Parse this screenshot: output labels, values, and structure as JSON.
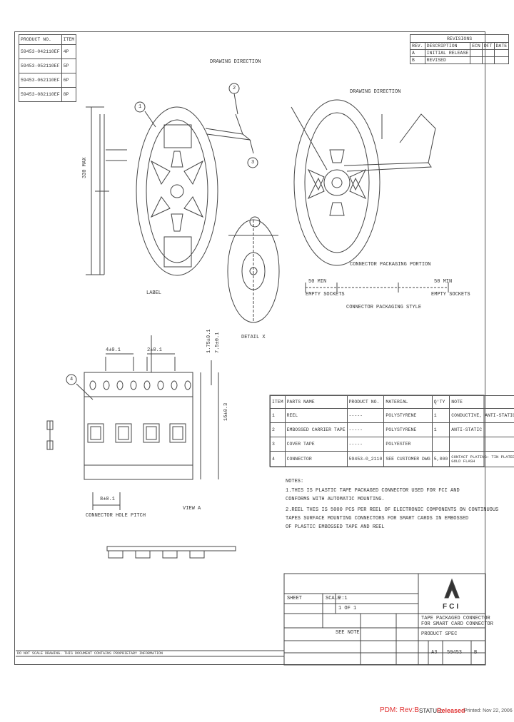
{
  "product_table": {
    "header": [
      "PRODUCT NO.",
      "ITEM"
    ],
    "rows": [
      [
        "59453-042110EF",
        "4P"
      ],
      [
        "59453-052110EF",
        "5P"
      ],
      [
        "59453-062110EF",
        "6P"
      ],
      [
        "59453-082110EF",
        "8P"
      ]
    ]
  },
  "revisions": {
    "title": "REVISIONS",
    "header": [
      "REV.",
      "DESCRIPTION",
      "ECN",
      "DFT",
      "DATE"
    ],
    "rows": [
      [
        "A",
        "INITIAL RELEASE",
        "",
        "",
        ""
      ],
      [
        "B",
        "REVISED",
        "",
        "",
        ""
      ]
    ]
  },
  "labels": {
    "drawing_direction_1": "DRAWING DIRECTION",
    "drawing_direction_2": "DRAWING DIRECTION",
    "label": "LABEL",
    "detail_x": "DETAIL X",
    "connector_packaging_style": "CONNECTOR PACKAGING STYLE",
    "connector_packaging_portion": "CONNECTOR PACKAGING PORTION",
    "fifty_min_1": "50 MIN",
    "fifty_min_2": "50 MIN",
    "empty_left": "EMPTY SOCKETS",
    "empty_right": "EMPTY SOCKETS",
    "connector_pitch": "CONNECTOR HOLE PITCH",
    "view_a": "VIEW A",
    "dim_40": "4±0.1",
    "dim_20": "2±0.1",
    "dim_80": "8±0.1",
    "dim_16": "16±0.3",
    "dim_175": "1.75±0.1",
    "dim_75": "7.5±0.1",
    "reel_dia": "330 MAX",
    "circ_1": "1",
    "circ_2": "2",
    "circ_3": "3",
    "circ_4": "4"
  },
  "parts_table": {
    "header": [
      "ITEM",
      "PARTS NAME",
      "PRODUCT NO.",
      "MATERIAL",
      "Q'TY",
      "NOTE"
    ],
    "rows": [
      [
        "1",
        "REEL",
        "-----",
        "POLYSTYRENE",
        "1",
        "CONDUCTIVE, ANTI-STATIC"
      ],
      [
        "2",
        "EMBOSSED CARRIER TAPE",
        "-----",
        "POLYSTYRENE",
        "1",
        "ANTI-STATIC"
      ],
      [
        "3",
        "COVER TAPE",
        "-----",
        "POLYESTER",
        "",
        ""
      ],
      [
        "4",
        "CONNECTOR",
        "59453-0_2110",
        "SEE CUSTOMER DWG",
        "5,000",
        "CONTACT PLATING: TIN PLATED GOLD FLASH"
      ]
    ]
  },
  "notes": {
    "title": "NOTES:",
    "lines": [
      "1.THIS IS PLASTIC TAPE PACKAGED CONNECTOR USED FOR FCI AND",
      "  CONFORMS WITH AUTOMATIC MOUNTING.",
      "2.REEL THIS IS 5000 PCS PER REEL OF ELECTRONIC COMPONENTS ON CONTINUOUS",
      "  TAPES SURFACE MOUNTING CONNECTORS FOR SMART CARDS IN EMBOSSED",
      "  OF PLASTIC EMBOSSED TAPE AND REEL"
    ]
  },
  "title_block": {
    "brand": "FCI",
    "sheet": "SHEET",
    "scale_label": "SCALE",
    "scale_value": "2:1",
    "sheet_value": "1 OF 1",
    "title_line1": "TAPE PACKAGED CONNECTOR",
    "title_line2": "FOR SMART CARD CONNECTOR",
    "doc_type": "PRODUCT SPEC",
    "dwg_no": "59453",
    "rev": "B",
    "size": "A3",
    "see_note": "SEE NOTE"
  },
  "left_note": "DO NOT SCALE DRAWING. THIS DOCUMENT CONTAINS PROPRIETARY INFORMATION",
  "footer": {
    "pdm": "PDM: Rev:B",
    "status_label": "STATUS:",
    "status_value": "Released",
    "printed": "Printed: Nov 22, 2006"
  },
  "colors": {
    "pdm": "#e03030",
    "status_value": "#e03030",
    "line": "#444444"
  }
}
